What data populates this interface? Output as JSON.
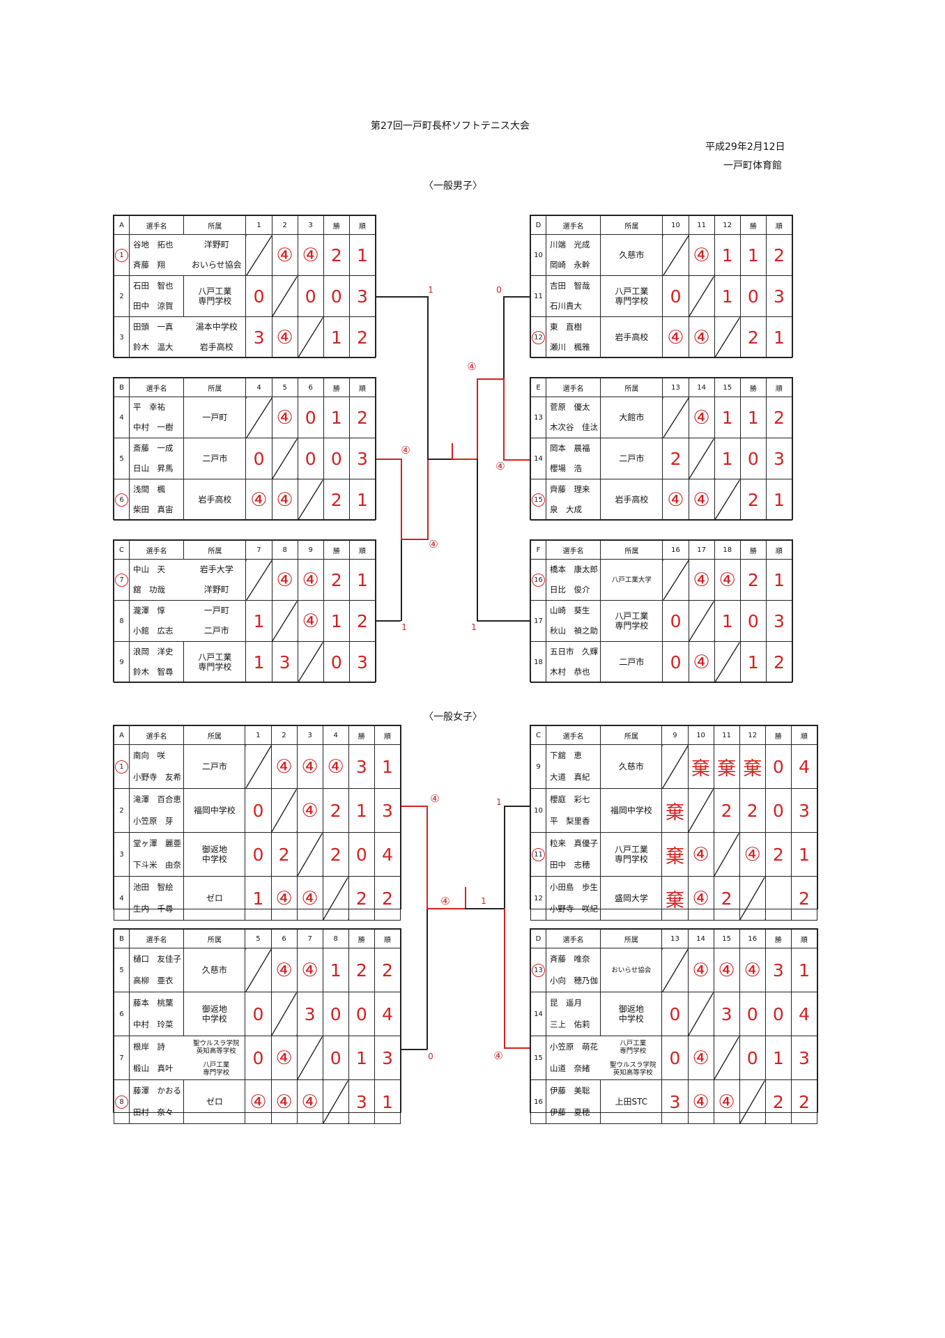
{
  "header": {
    "title": "第27回一戸町長杯ソフトテニス大会",
    "date": "平成29年2月12日",
    "venue": "一戸町体育館",
    "section_men": "〈一般男子〉",
    "section_women": "〈一般女子〉"
  },
  "columns": {
    "players": "選手名",
    "affiliation": "所属",
    "wins": "勝",
    "rank": "順"
  },
  "men": {
    "groups": {
      "A": {
        "letter": "A",
        "cols": [
          "1",
          "2",
          "3"
        ],
        "rows": [
          {
            "no": "1",
            "seed": true,
            "p1": "谷地　拓也",
            "p2": "斉藤　翔",
            "aff1": "洋野町",
            "aff2": "おいらせ協会",
            "scores": [
              "",
              "④",
              "④"
            ],
            "wins": "2",
            "rank": "1"
          },
          {
            "no": "2",
            "seed": false,
            "p1": "石田　智也",
            "p2": "田中　涼賀",
            "aff": "八戸工業\n専門学校",
            "scores": [
              "0",
              "",
              "0"
            ],
            "wins": "0",
            "rank": "3"
          },
          {
            "no": "3",
            "seed": false,
            "p1": "田頭　一真",
            "p2": "鈴木　温大",
            "aff1": "湯本中学校",
            "aff2": "岩手高校",
            "scores": [
              "3",
              "④",
              ""
            ],
            "wins": "1",
            "rank": "2"
          }
        ]
      },
      "B": {
        "letter": "B",
        "cols": [
          "4",
          "5",
          "6"
        ],
        "rows": [
          {
            "no": "4",
            "seed": false,
            "p1": "平　幸祐",
            "p2": "中村　一樹",
            "aff": "一戸町",
            "scores": [
              "",
              "④",
              "0"
            ],
            "wins": "1",
            "rank": "2"
          },
          {
            "no": "5",
            "seed": false,
            "p1": "斎藤　一成",
            "p2": "日山　昇馬",
            "aff": "二戸市",
            "scores": [
              "0",
              "",
              "0"
            ],
            "wins": "0",
            "rank": "3"
          },
          {
            "no": "6",
            "seed": true,
            "p1": "浅間　楓",
            "p2": "柴田　真宙",
            "aff": "岩手高校",
            "scores": [
              "④",
              "④",
              ""
            ],
            "wins": "2",
            "rank": "1"
          }
        ]
      },
      "C": {
        "letter": "C",
        "cols": [
          "7",
          "8",
          "9"
        ],
        "rows": [
          {
            "no": "7",
            "seed": true,
            "p1": "中山　天",
            "p2": "舘　功哉",
            "aff1": "岩手大学",
            "aff2": "洋野町",
            "scores": [
              "",
              "④",
              "④"
            ],
            "wins": "2",
            "rank": "1"
          },
          {
            "no": "8",
            "seed": false,
            "p1": "瀧澤　惇",
            "p2": "小館　広志",
            "aff1": "一戸町",
            "aff2": "二戸市",
            "scores": [
              "1",
              "",
              "④"
            ],
            "wins": "1",
            "rank": "2"
          },
          {
            "no": "9",
            "seed": false,
            "p1": "浪岡　洋史",
            "p2": "鈴木　智尋",
            "aff": "八戸工業\n専門学校",
            "scores": [
              "1",
              "3",
              ""
            ],
            "wins": "0",
            "rank": "3"
          }
        ]
      },
      "D": {
        "letter": "D",
        "cols": [
          "10",
          "11",
          "12"
        ],
        "rows": [
          {
            "no": "10",
            "seed": false,
            "p1": "川端　光成",
            "p2": "岡崎　永幹",
            "aff": "久慈市",
            "scores": [
              "",
              "④",
              "1"
            ],
            "wins": "1",
            "rank": "2"
          },
          {
            "no": "11",
            "seed": false,
            "p1": "吉田　智哉",
            "p2": "石川貴大",
            "aff": "八戸工業\n専門学校",
            "scores": [
              "0",
              "",
              "1"
            ],
            "wins": "0",
            "rank": "3"
          },
          {
            "no": "12",
            "seed": true,
            "p1": "東　直樹",
            "p2": "瀬川　楓雅",
            "aff": "岩手高校",
            "scores": [
              "④",
              "④",
              ""
            ],
            "wins": "2",
            "rank": "1"
          }
        ]
      },
      "E": {
        "letter": "E",
        "cols": [
          "13",
          "14",
          "15"
        ],
        "rows": [
          {
            "no": "13",
            "seed": false,
            "p1": "菅原　優太",
            "p2": "木次谷　佳汰",
            "aff": "大館市",
            "scores": [
              "",
              "④",
              "1"
            ],
            "wins": "1",
            "rank": "2"
          },
          {
            "no": "14",
            "seed": false,
            "p1": "岡本　晨福",
            "p2": "櫻場　浩",
            "aff": "二戸市",
            "scores": [
              "2",
              "",
              "1"
            ],
            "wins": "0",
            "rank": "3"
          },
          {
            "no": "15",
            "seed": true,
            "p1": "齊藤　理来",
            "p2": "泉　大成",
            "aff": "岩手高校",
            "scores": [
              "④",
              "④",
              ""
            ],
            "wins": "2",
            "rank": "1"
          }
        ]
      },
      "F": {
        "letter": "F",
        "cols": [
          "16",
          "17",
          "18"
        ],
        "rows": [
          {
            "no": "16",
            "seed": true,
            "p1": "橋本　康太郎",
            "p2": "日比　俊介",
            "aff": "八戸工業大学",
            "affSmall": true,
            "scores": [
              "",
              "④",
              "④"
            ],
            "wins": "2",
            "rank": "1"
          },
          {
            "no": "17",
            "seed": false,
            "p1": "山崎　葵生",
            "p2": "秋山　禎之助",
            "aff": "八戸工業\n専門学校",
            "scores": [
              "0",
              "",
              "1"
            ],
            "wins": "0",
            "rank": "3"
          },
          {
            "no": "18",
            "seed": false,
            "p1": "五日市　久輝",
            "p2": "木村　恭也",
            "aff": "二戸市",
            "scores": [
              "0",
              "④",
              ""
            ],
            "wins": "1",
            "rank": "2"
          }
        ]
      }
    },
    "bracket": {
      "s1": "1",
      "s2": "0",
      "s3": "④",
      "s4": "④",
      "s5": "④",
      "s6": "④",
      "s7": "1",
      "s8": "1"
    }
  },
  "women": {
    "groups": {
      "A": {
        "letter": "A",
        "cols": [
          "1",
          "2",
          "3",
          "4"
        ],
        "rows": [
          {
            "no": "1",
            "seed": true,
            "p1": "南向　咲",
            "p2": "小野寺　友希",
            "aff": "二戸市",
            "scores": [
              "",
              "④",
              "④",
              "④"
            ],
            "wins": "3",
            "rank": "1"
          },
          {
            "no": "2",
            "seed": false,
            "p1": "滝澤　百合恵",
            "p2": "小笠原　芽",
            "aff": "福岡中学校",
            "scores": [
              "0",
              "",
              "④",
              "2"
            ],
            "wins": "1",
            "rank": "3"
          },
          {
            "no": "3",
            "seed": false,
            "p1": "堂ヶ澤　麗亜",
            "p2": "下斗米　由奈",
            "aff": "御返地\n中学校",
            "scores": [
              "0",
              "2",
              "",
              "2"
            ],
            "wins": "0",
            "rank": "4"
          },
          {
            "no": "4",
            "seed": false,
            "p1": "池田　智絵",
            "p2": "生内　千尋",
            "aff": "ゼロ",
            "scores": [
              "1",
              "④",
              "④",
              ""
            ],
            "wins": "2",
            "rank": "2"
          }
        ]
      },
      "B": {
        "letter": "B",
        "cols": [
          "5",
          "6",
          "7",
          "8"
        ],
        "rows": [
          {
            "no": "5",
            "seed": false,
            "p1": "樋口　友佳子",
            "p2": "高柳　亜衣",
            "aff": "久慈市",
            "scores": [
              "",
              "④",
              "④",
              "1"
            ],
            "wins": "2",
            "rank": "2"
          },
          {
            "no": "6",
            "seed": false,
            "p1": "藤本　桃葉",
            "p2": "中村　玲菜",
            "aff": "御返地\n中学校",
            "scores": [
              "0",
              "",
              "3",
              "0"
            ],
            "wins": "0",
            "rank": "4"
          },
          {
            "no": "7",
            "seed": false,
            "p1": "根岸　詩",
            "p2": "椴山　真叶",
            "aff1": "聖ウルスラ学院\n英知高等学校",
            "aff2": "八戸工業\n専門学校",
            "scores": [
              "0",
              "④",
              "",
              "0"
            ],
            "wins": "1",
            "rank": "3"
          },
          {
            "no": "8",
            "seed": true,
            "p1": "藤澤　かおる",
            "p2": "田村　奈々",
            "aff": "ゼロ",
            "scores": [
              "④",
              "④",
              "④",
              ""
            ],
            "wins": "3",
            "rank": "1"
          }
        ]
      },
      "C": {
        "letter": "C",
        "cols": [
          "9",
          "10",
          "11",
          "12"
        ],
        "rows": [
          {
            "no": "9",
            "seed": false,
            "p1": "下舘　恵",
            "p2": "大道　真紀",
            "aff": "久慈市",
            "scores": [
              "",
              "棄",
              "棄",
              "棄"
            ],
            "wins": "0",
            "rank": "4"
          },
          {
            "no": "10",
            "seed": false,
            "p1": "櫻庭　彩七",
            "p2": "平　梨里香",
            "aff": "福岡中学校",
            "scores": [
              "棄",
              "",
              "2",
              "2"
            ],
            "wins": "0",
            "rank": "3"
          },
          {
            "no": "11",
            "seed": true,
            "p1": "粒来　真優子",
            "p2": "田中　志穂",
            "aff": "八戸工業\n専門学校",
            "scores": [
              "棄",
              "④",
              "",
              "④"
            ],
            "wins": "2",
            "rank": "1"
          },
          {
            "no": "12",
            "seed": false,
            "p1": "小田島　歩生",
            "p2": "小野寺　咲紀",
            "aff": "盛岡大学",
            "scores": [
              "棄",
              "④",
              "2",
              ""
            ],
            "wins": "",
            "rank": "2"
          }
        ]
      },
      "D": {
        "letter": "D",
        "cols": [
          "13",
          "14",
          "15",
          "16"
        ],
        "rows": [
          {
            "no": "13",
            "seed": true,
            "p1": "斉藤　唯奈",
            "p2": "小向　穂乃伽",
            "aff": "おいらせ協会",
            "affSmall": true,
            "scores": [
              "",
              "④",
              "④",
              "④"
            ],
            "wins": "3",
            "rank": "1"
          },
          {
            "no": "14",
            "seed": false,
            "p1": "昆　遥月",
            "p2": "三上　佑莉",
            "aff": "御返地\n中学校",
            "scores": [
              "0",
              "",
              "3",
              "0"
            ],
            "wins": "0",
            "rank": "4"
          },
          {
            "no": "15",
            "seed": false,
            "p1": "小笠原　萌花",
            "p2": "山道　奈緒",
            "aff1": "八戸工業\n専門学校",
            "aff2": "聖ウルスラ学院\n英知高等学校",
            "scores": [
              "0",
              "④",
              "",
              "0"
            ],
            "wins": "1",
            "rank": "3"
          },
          {
            "no": "16",
            "seed": false,
            "p1": "伊藤　美聡",
            "p2": "伊藤　夏穂",
            "aff": "上田STC",
            "scores": [
              "3",
              "④",
              "④",
              ""
            ],
            "wins": "2",
            "rank": "2"
          }
        ]
      }
    },
    "bracket": {
      "s1": "④",
      "s2": "1",
      "s3": "④",
      "s4": "1",
      "s5": "0",
      "s6": "④"
    }
  }
}
